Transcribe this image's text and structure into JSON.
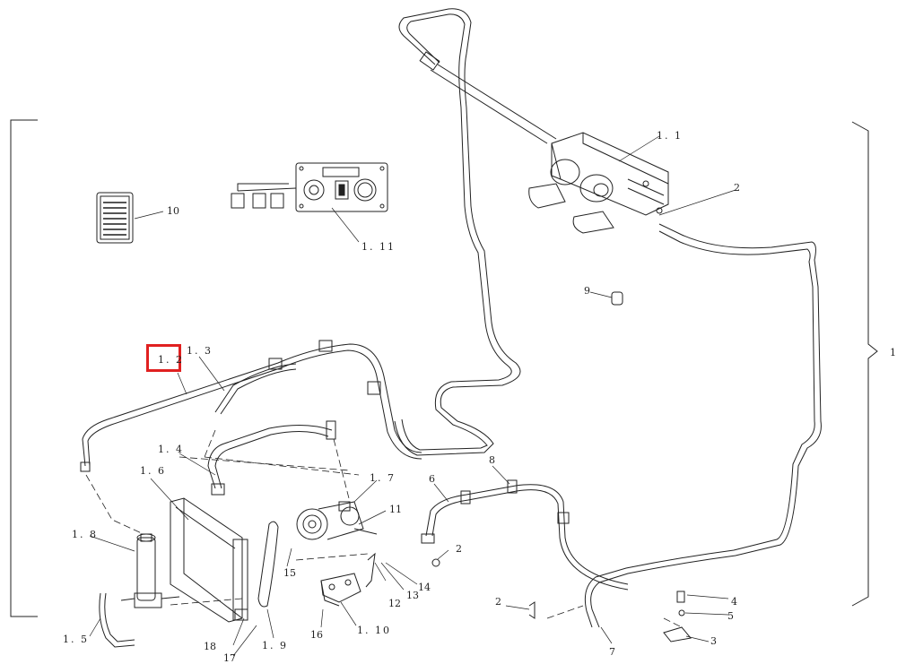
{
  "labels": {
    "l_1_1": "1. 1",
    "l_1_2": "1. 2",
    "l_1_3": "1. 3",
    "l_1_4": "1. 4",
    "l_1_5": "1. 5",
    "l_1_6": "1. 6",
    "l_1_7": "1. 7",
    "l_1_8": "1. 8",
    "l_1_9": "1. 9",
    "l_1_10": "1. 10",
    "l_1_11": "1. 11",
    "l_2a": "2",
    "l_2b": "2",
    "l_2c": "2",
    "l_3": "3",
    "l_4": "4",
    "l_5": "5",
    "l_6": "6",
    "l_7": "7",
    "l_8": "8",
    "l_9": "9",
    "l_10": "10",
    "l_11": "11",
    "l_12": "12",
    "l_13": "13",
    "l_14": "14",
    "l_15": "15",
    "l_16": "16",
    "l_17": "17",
    "l_18": "18",
    "l_1_right": "1"
  },
  "colors": {
    "line": "#222222",
    "highlight": "#e02020"
  }
}
